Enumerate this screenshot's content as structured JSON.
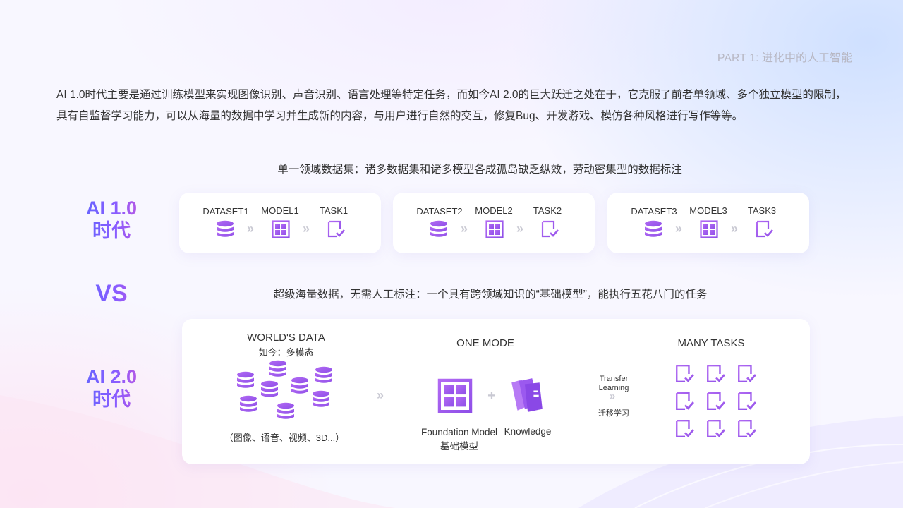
{
  "header": {
    "part_title": "PART 1: 进化中的人工智能"
  },
  "intro": {
    "text": "AI 1.0时代主要是通过训练模型来实现图像识别、声音识别、语言处理等特定任务，而如今AI 2.0的巨大跃迁之处在于，它克服了前者单领域、多个独立模型的限制，具有自监督学习能力，可以从海量的数据中学习并生成新的内容，与用户进行自然的交互，修复Bug、开发游戏、模仿各种风格进行写作等等。"
  },
  "era1": {
    "caption": "单一领域数据集：诸多数据集和诸多模型各成孤岛缺乏纵效，劳动密集型的数据标注",
    "title_line1": "AI 1.0",
    "title_line2": "时代",
    "pipelines": [
      {
        "dataset": "DATASET1",
        "model": "MODEL1",
        "task": "TASK1"
      },
      {
        "dataset": "DATASET2",
        "model": "MODEL2",
        "task": "TASK2"
      },
      {
        "dataset": "DATASET3",
        "model": "MODEL3",
        "task": "TASK3"
      }
    ]
  },
  "vs_label": "VS",
  "era2": {
    "caption": "超级海量数据，无需人工标注：一个具有跨领域知识的“基础模型”，能执行五花八门的任务",
    "title_line1": "AI 2.0",
    "title_line2": "时代",
    "world_data_title": "WORLD'S DATA",
    "world_data_subtitle": "如今：多模态",
    "world_data_note": "（图像、语音、视频、3D...）",
    "one_model_title": "ONE MODE",
    "foundation_label": "Foundation Model",
    "foundation_label_cn": "基础模型",
    "plus": "+",
    "knowledge_label": "Knowledge",
    "transfer_label_line1": "Transfer",
    "transfer_label_line2": "Learning",
    "transfer_label_cn": "迁移学习",
    "many_tasks_title": "MANY TASKS"
  },
  "colors": {
    "accent_purple": "#a25df0",
    "accent_blue": "#4f6bff",
    "accent_pink": "#e054c9",
    "arrow_gray": "#c9c9d3"
  },
  "icons": [
    "database-icon",
    "grid-model-icon",
    "task-doc-icon",
    "book-stack-icon",
    "double-chevron-icon"
  ]
}
